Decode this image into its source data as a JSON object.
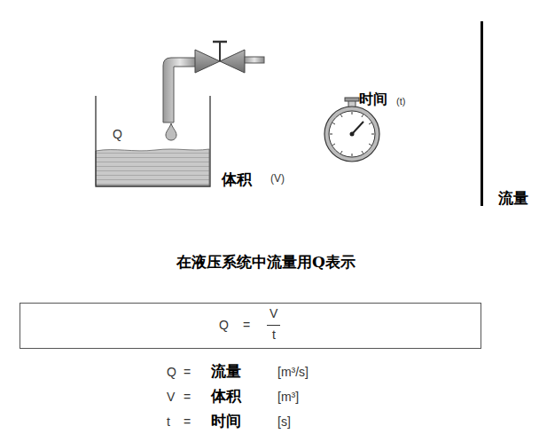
{
  "diagram": {
    "title": "在液压系统中流量用Q表示",
    "nodes": [
      {
        "text": [
          "Q",
          "=",
          "V",
          "t"
        ]
      }
    ],
    "labels": [
      "时间",
      "(t)",
      "Q",
      "体积",
      "(V)",
      "流量",
      "Q",
      "=",
      "流量",
      "[m³/s]",
      "V",
      "=",
      "体积",
      "[m³]",
      "t",
      "=",
      "时间",
      "[s]"
    ]
  }
}
